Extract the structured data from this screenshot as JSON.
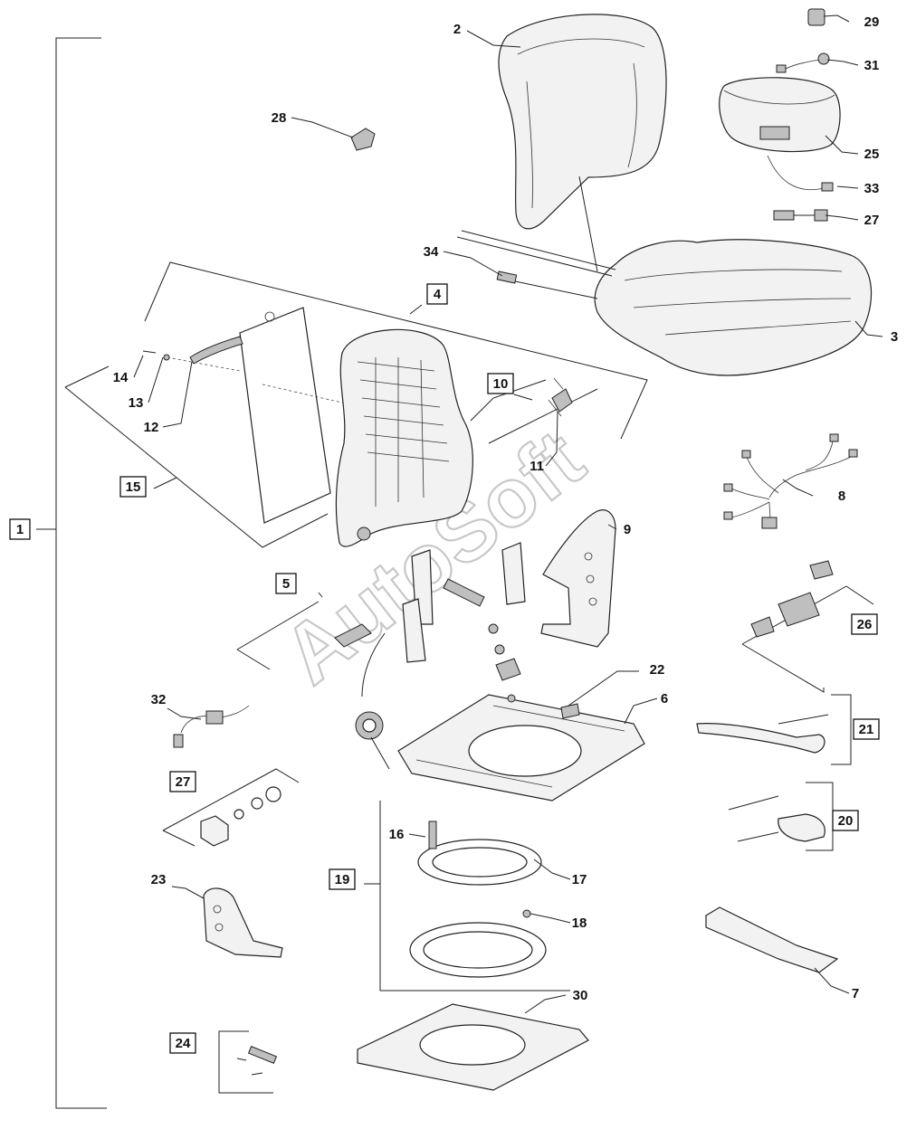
{
  "watermark": "AutoSoft",
  "callouts": [
    {
      "id": "c1",
      "text": "1",
      "boxed": true
    },
    {
      "id": "c2",
      "text": "2",
      "boxed": false
    },
    {
      "id": "c3",
      "text": "3",
      "boxed": false
    },
    {
      "id": "c4",
      "text": "4",
      "boxed": true
    },
    {
      "id": "c5",
      "text": "5",
      "boxed": true
    },
    {
      "id": "c6",
      "text": "6",
      "boxed": false
    },
    {
      "id": "c7",
      "text": "7",
      "boxed": false
    },
    {
      "id": "c8",
      "text": "8",
      "boxed": false
    },
    {
      "id": "c9",
      "text": "9",
      "boxed": false
    },
    {
      "id": "c10",
      "text": "10",
      "boxed": true
    },
    {
      "id": "c11",
      "text": "11",
      "boxed": false
    },
    {
      "id": "c12",
      "text": "12",
      "boxed": false
    },
    {
      "id": "c13",
      "text": "13",
      "boxed": false
    },
    {
      "id": "c14",
      "text": "14",
      "boxed": false
    },
    {
      "id": "c15",
      "text": "15",
      "boxed": true
    },
    {
      "id": "c16",
      "text": "16",
      "boxed": false
    },
    {
      "id": "c17",
      "text": "17",
      "boxed": false
    },
    {
      "id": "c18",
      "text": "18",
      "boxed": false
    },
    {
      "id": "c19",
      "text": "19",
      "boxed": true
    },
    {
      "id": "c20",
      "text": "20",
      "boxed": true
    },
    {
      "id": "c21",
      "text": "21",
      "boxed": true
    },
    {
      "id": "c22",
      "text": "22",
      "boxed": false
    },
    {
      "id": "c23",
      "text": "23",
      "boxed": false
    },
    {
      "id": "c24",
      "text": "24",
      "boxed": true
    },
    {
      "id": "c25",
      "text": "25",
      "boxed": false
    },
    {
      "id": "c26",
      "text": "26",
      "boxed": true
    },
    {
      "id": "c27a",
      "text": "27",
      "boxed": false
    },
    {
      "id": "c27b",
      "text": "27",
      "boxed": true
    },
    {
      "id": "c28",
      "text": "28",
      "boxed": false
    },
    {
      "id": "c29",
      "text": "29",
      "boxed": false
    },
    {
      "id": "c30",
      "text": "30",
      "boxed": false
    },
    {
      "id": "c31",
      "text": "31",
      "boxed": false
    },
    {
      "id": "c32",
      "text": "32",
      "boxed": false
    },
    {
      "id": "c33",
      "text": "33",
      "boxed": false
    },
    {
      "id": "c34",
      "text": "34",
      "boxed": false
    }
  ]
}
